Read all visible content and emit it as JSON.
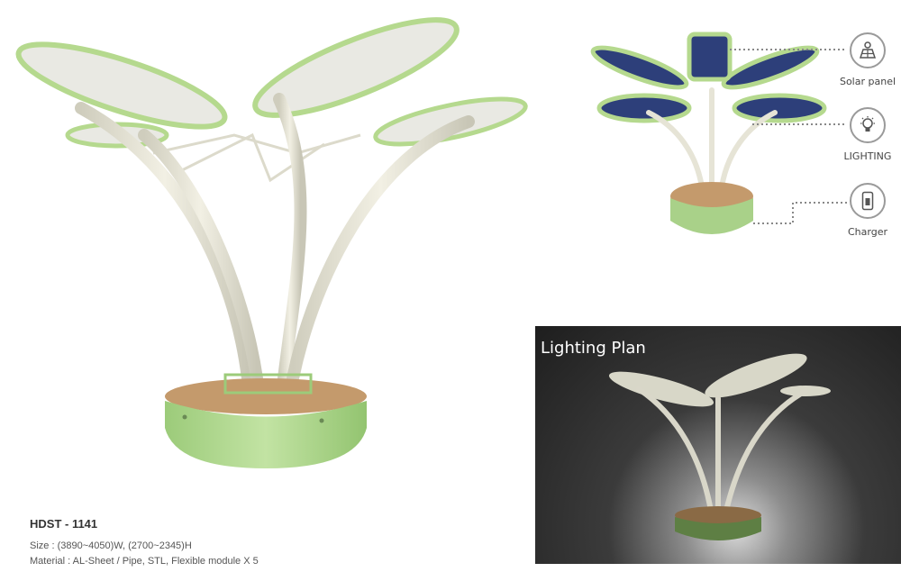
{
  "product": {
    "code": "HDST  - 1141",
    "size_text": "Size : (3890~4050)W, (2700~2345)H",
    "material_text": "Material  : AL-Sheet / Pipe, STL, Flexible module X 5"
  },
  "features": [
    {
      "label": "Solar panel",
      "icon": "solar-panel-icon"
    },
    {
      "label": "LIGHTING",
      "icon": "lightbulb-icon"
    },
    {
      "label": "Charger",
      "icon": "phone-charger-icon"
    }
  ],
  "lighting_plan": {
    "title": "Lighting Plan"
  },
  "colors": {
    "leaf_green": "#b5d98e",
    "base_green": "#a9d189",
    "pole": "#e6e4d6",
    "wood": "#c49a6c",
    "panel_blue": "#2d3f7a"
  }
}
